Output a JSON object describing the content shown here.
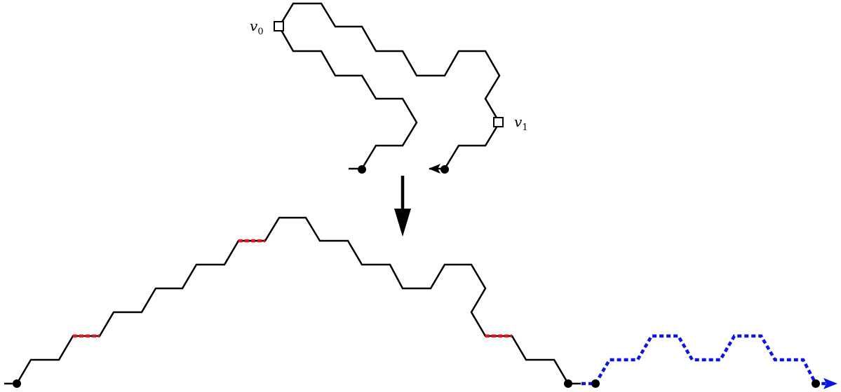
{
  "labels": {
    "v0": {
      "main": "v",
      "sub": "0"
    },
    "v1": {
      "main": "v",
      "sub": "1"
    }
  },
  "colors": {
    "path": "#000000",
    "highlight": "#e8191d",
    "extension": "#0a14e6"
  }
}
